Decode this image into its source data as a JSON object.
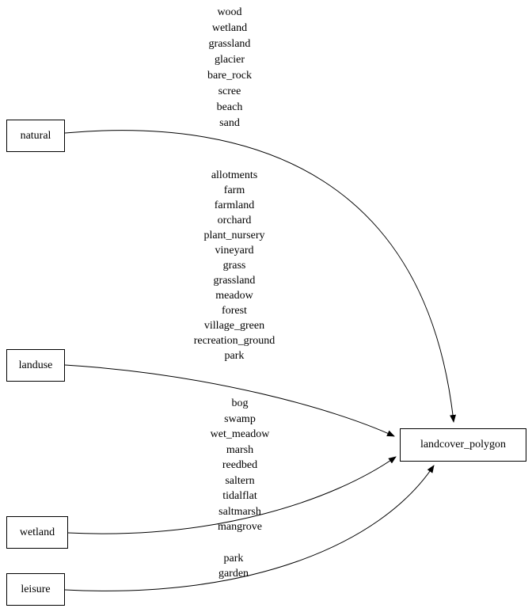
{
  "diagram": {
    "background_color": "#ffffff",
    "line_color": "#000000",
    "nodes": {
      "natural": {
        "label": "natural"
      },
      "landuse": {
        "label": "landuse"
      },
      "wetland": {
        "label": "wetland"
      },
      "leisure": {
        "label": "leisure"
      },
      "target": {
        "label": "landcover_polygon"
      }
    },
    "edges": [
      {
        "from": "natural",
        "to": "landcover_polygon",
        "values": [
          "wood",
          "wetland",
          "grassland",
          "glacier",
          "bare_rock",
          "scree",
          "beach",
          "sand"
        ]
      },
      {
        "from": "landuse",
        "to": "landcover_polygon",
        "values": [
          "allotments",
          "farm",
          "farmland",
          "orchard",
          "plant_nursery",
          "vineyard",
          "grass",
          "grassland",
          "meadow",
          "forest",
          "village_green",
          "recreation_ground",
          "park"
        ]
      },
      {
        "from": "wetland",
        "to": "landcover_polygon",
        "values": [
          "bog",
          "swamp",
          "wet_meadow",
          "marsh",
          "reedbed",
          "saltern",
          "tidalflat",
          "saltmarsh",
          "mangrove"
        ]
      },
      {
        "from": "leisure",
        "to": "landcover_polygon",
        "values": [
          "park",
          "garden"
        ]
      }
    ]
  }
}
